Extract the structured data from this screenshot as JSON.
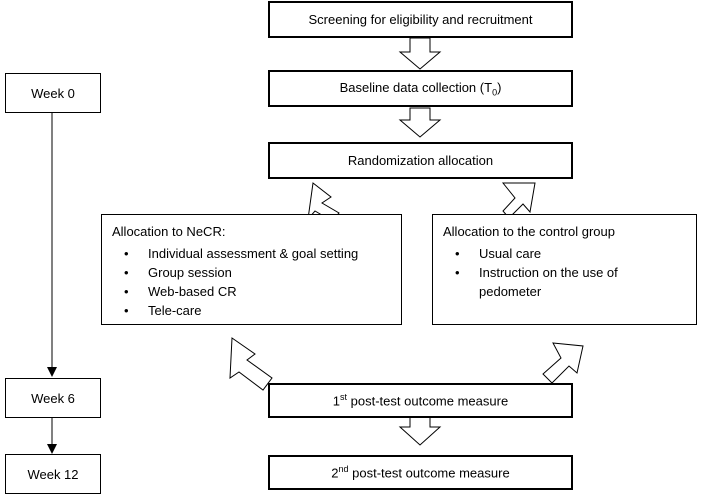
{
  "timeline": {
    "week0": "Week 0",
    "week6": "Week 6",
    "week12": "Week 12"
  },
  "flow": {
    "screening": "Screening for eligibility and recruitment",
    "baseline": "Baseline data collection (T",
    "baseline_sub": "0",
    "baseline_close": ")",
    "randomization": "Randomization allocation",
    "post1_sup": "st",
    "post1_num": "1",
    "post1_text": " post-test outcome measure",
    "post2_sup": "nd",
    "post2_num": "2",
    "post2_text": " post-test outcome measure"
  },
  "necr": {
    "heading": "Allocation to NeCR:",
    "items": [
      "Individual assessment & goal setting",
      "Group session",
      "Web-based CR",
      "Tele-care"
    ]
  },
  "control": {
    "heading": "Allocation to the control group",
    "items": [
      "Usual care",
      "Instruction on the use of pedometer"
    ]
  }
}
